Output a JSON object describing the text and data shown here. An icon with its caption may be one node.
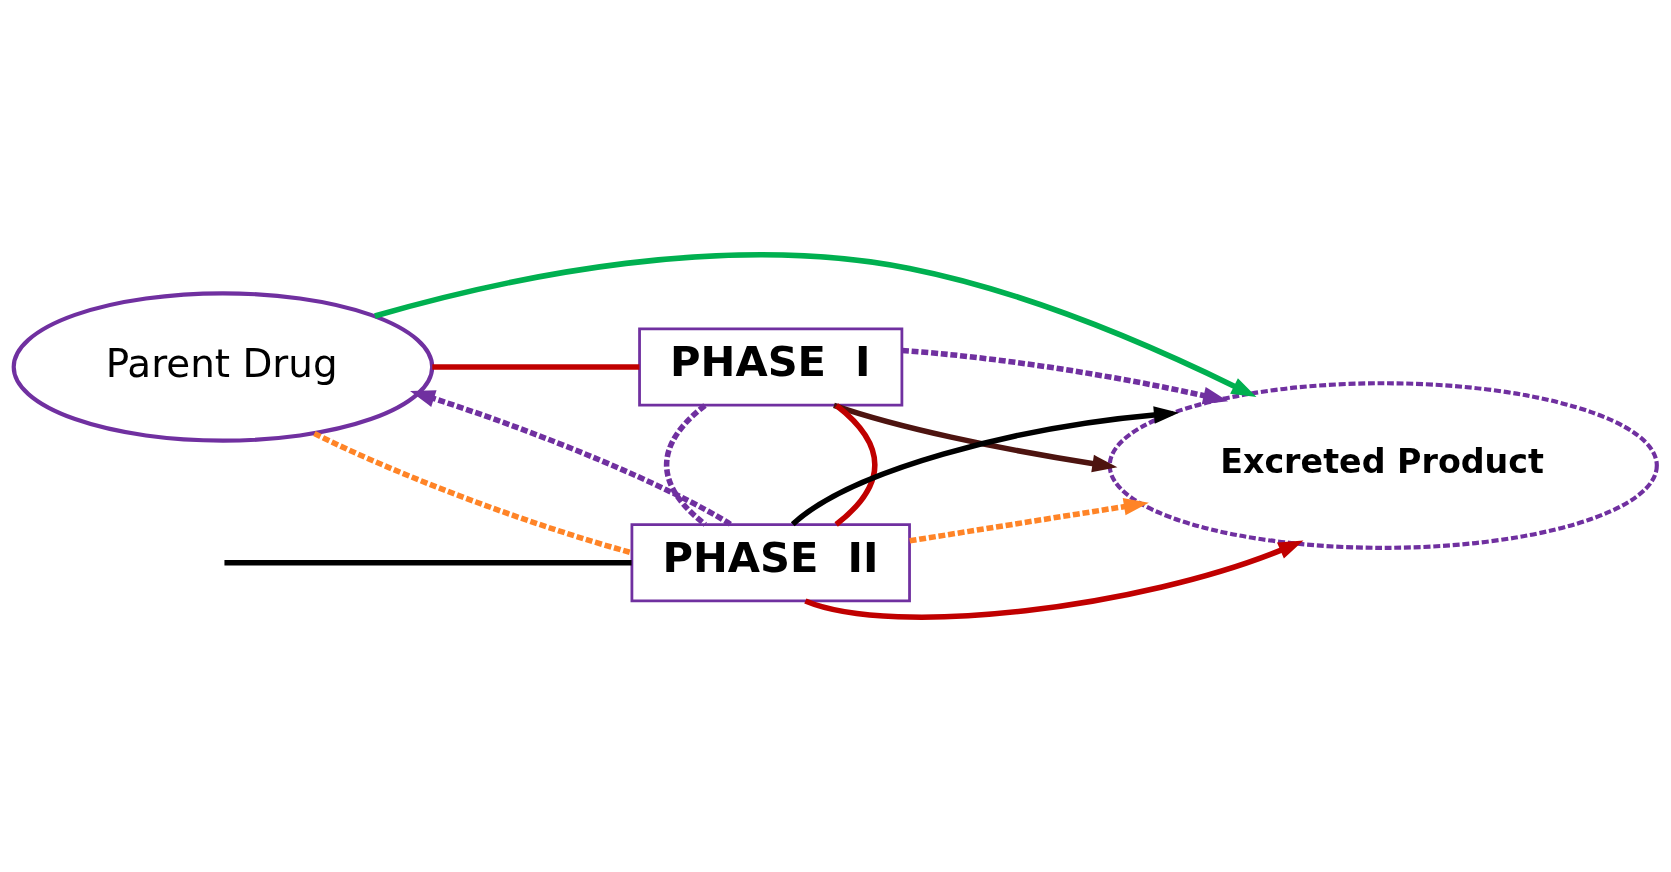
{
  "diagram": {
    "nodes": [
      {
        "text": [
          "PHASE  I"
        ]
      },
      {
        "text": [
          "Parent Drug"
        ]
      },
      {
        "text": [
          "Excreted Product"
        ]
      },
      {
        "text": [
          "PHASE  II"
        ]
      }
    ],
    "edges": [
      {
        "from": 1,
        "to": 0,
        "arrow": "none",
        "color": "#c00000"
      },
      {
        "from": 0,
        "to": 3,
        "arrow": "none",
        "color": "#c00000"
      },
      {
        "from": 3,
        "to": 2,
        "arrow": "to",
        "color": "#c00000"
      },
      {
        "from": 0,
        "to": 2,
        "arrow": "to",
        "color": "#4d1410"
      },
      {
        "from": 0,
        "to": 2,
        "arrow": "to",
        "style": "dashed",
        "color": "#7030a0"
      },
      {
        "from": 1,
        "to": 2,
        "arrow": "to",
        "color": "#00b050"
      },
      {
        "from": 0,
        "to": 3,
        "arrow": "none",
        "style": "dashed",
        "color": "#7030a0"
      },
      {
        "from": 3,
        "to": 1,
        "arrow": "to",
        "style": "dashed",
        "color": "#7030a0"
      },
      {
        "from": 1,
        "to": 3,
        "arrow": "none",
        "style": "dashed",
        "color": "#ff8427"
      },
      {
        "from": 3,
        "to": 2,
        "arrow": "to",
        "style": "dashed",
        "color": "#ff8427"
      },
      {
        "from": 3,
        "to": 2,
        "arrow": "to",
        "color": "#000000"
      },
      {
        "from": null,
        "to": 3,
        "arrow": "none",
        "color": "#000000"
      }
    ]
  }
}
